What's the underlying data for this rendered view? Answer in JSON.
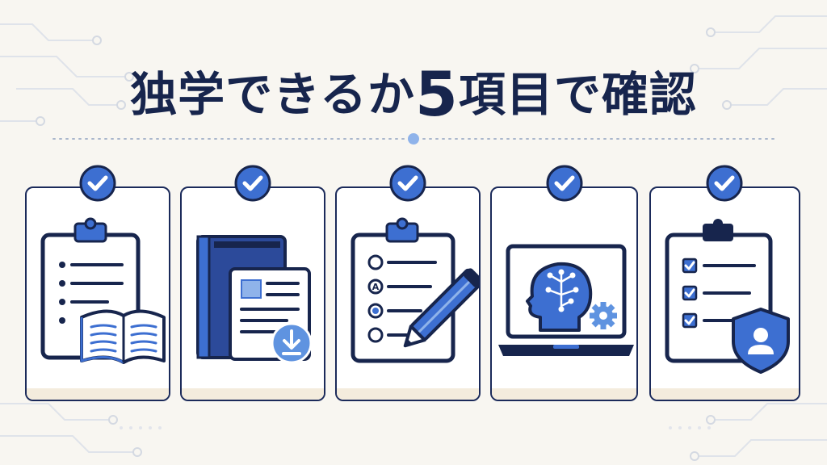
{
  "title": {
    "before": "独学できるか",
    "number": "5",
    "after": "項目で確認"
  },
  "colors": {
    "navy": "#17254d",
    "blue": "#3d6fd1",
    "light_blue": "#8fb3ea",
    "cream": "#f8f6f1"
  },
  "items": [
    {
      "icon": "clipboard-with-open-book-icon"
    },
    {
      "icon": "book-and-document-download-icon"
    },
    {
      "icon": "quiz-sheet-with-pencil-icon"
    },
    {
      "icon": "laptop-ai-brain-icon"
    },
    {
      "icon": "checklist-with-user-shield-icon"
    }
  ]
}
